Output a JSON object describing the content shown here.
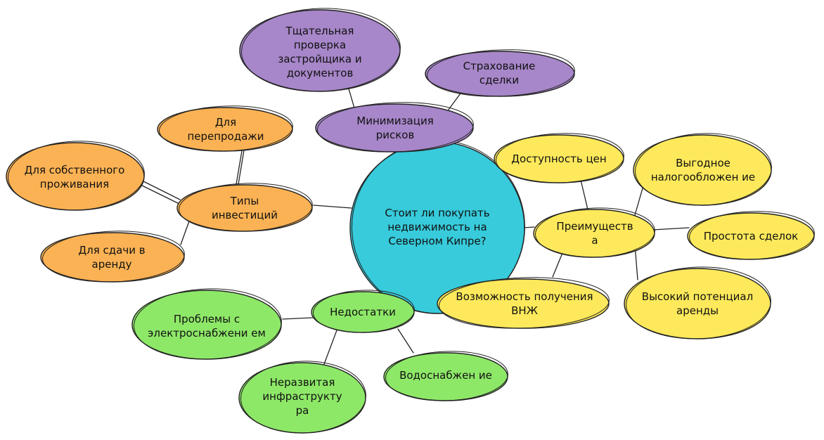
{
  "colors": {
    "center": "#37cbdb",
    "purple": "#a786c9",
    "orange": "#fbb254",
    "yellow": "#fde95b",
    "green": "#8ee868",
    "stroke": "#222222"
  },
  "nodes": {
    "center": "Стоит ли покупать недвижимость на Северном Кипре?",
    "risks": "Минимизация рисков",
    "risk_check": "Тщательная проверка застройщика и документов",
    "risk_insurance": "Страхование сделки",
    "investment_types": "Типы инвестиций",
    "inv_resale": "Для перепродажи",
    "inv_own": "Для собственного проживания",
    "inv_rent": "Для сдачи в аренду",
    "advantages": "Преимуществ а",
    "adv_prices": "Доступность цен",
    "adv_tax": "Выгодное налогообложен ие",
    "adv_deals": "Простота сделок",
    "adv_rent": "Высокий потенциал аренды",
    "adv_residence": "Возможность получения ВНЖ",
    "disadvantages": "Недостатки",
    "dis_power": "Проблемы с электроснабжени ем",
    "dis_infra": "Неразвитая инфраструкту ра",
    "dis_water": "Водоснабжен ие"
  }
}
